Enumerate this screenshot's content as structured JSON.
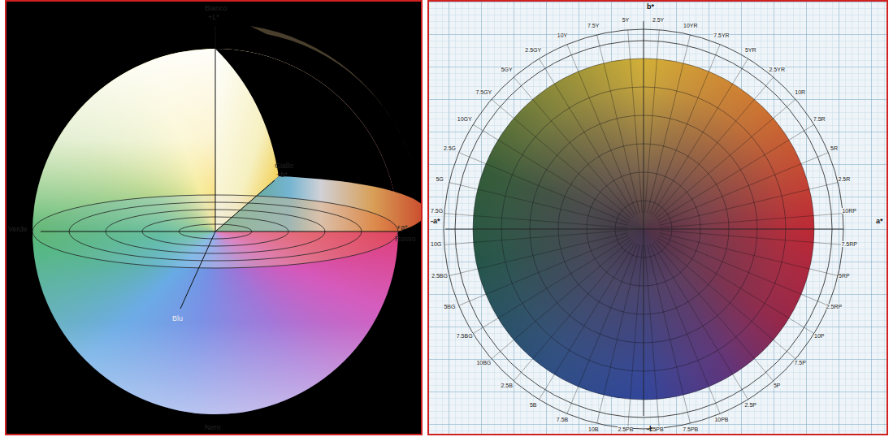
{
  "diagram": {
    "labels": [
      "Bianco",
      "+L*",
      "Giallo",
      "+b*",
      "Verde",
      "+a*",
      "Rosso",
      "Blu",
      "Nero",
      "b*",
      "-a*",
      "a*",
      "-b*",
      "5Y",
      "2.5Y",
      "10YR",
      "7.5YR",
      "5YR",
      "2.5YR",
      "10R",
      "7.5R",
      "5R",
      "2.5R",
      "10RP",
      "7.5RP",
      "5RP",
      "2.5RP",
      "10P",
      "7.5P",
      "5P",
      "2.5P",
      "10PB",
      "7.5PB",
      "5PB",
      "2.5PB",
      "10B",
      "7.5B",
      "5B",
      "2.5B",
      "10BG",
      "7.5BG",
      "5BG",
      "2.5BG",
      "10G",
      "7.5G",
      "5G",
      "2.5G",
      "10GY",
      "7.5GY",
      "5GY",
      "2.5GY",
      "10Y",
      "7.5Y"
    ]
  }
}
